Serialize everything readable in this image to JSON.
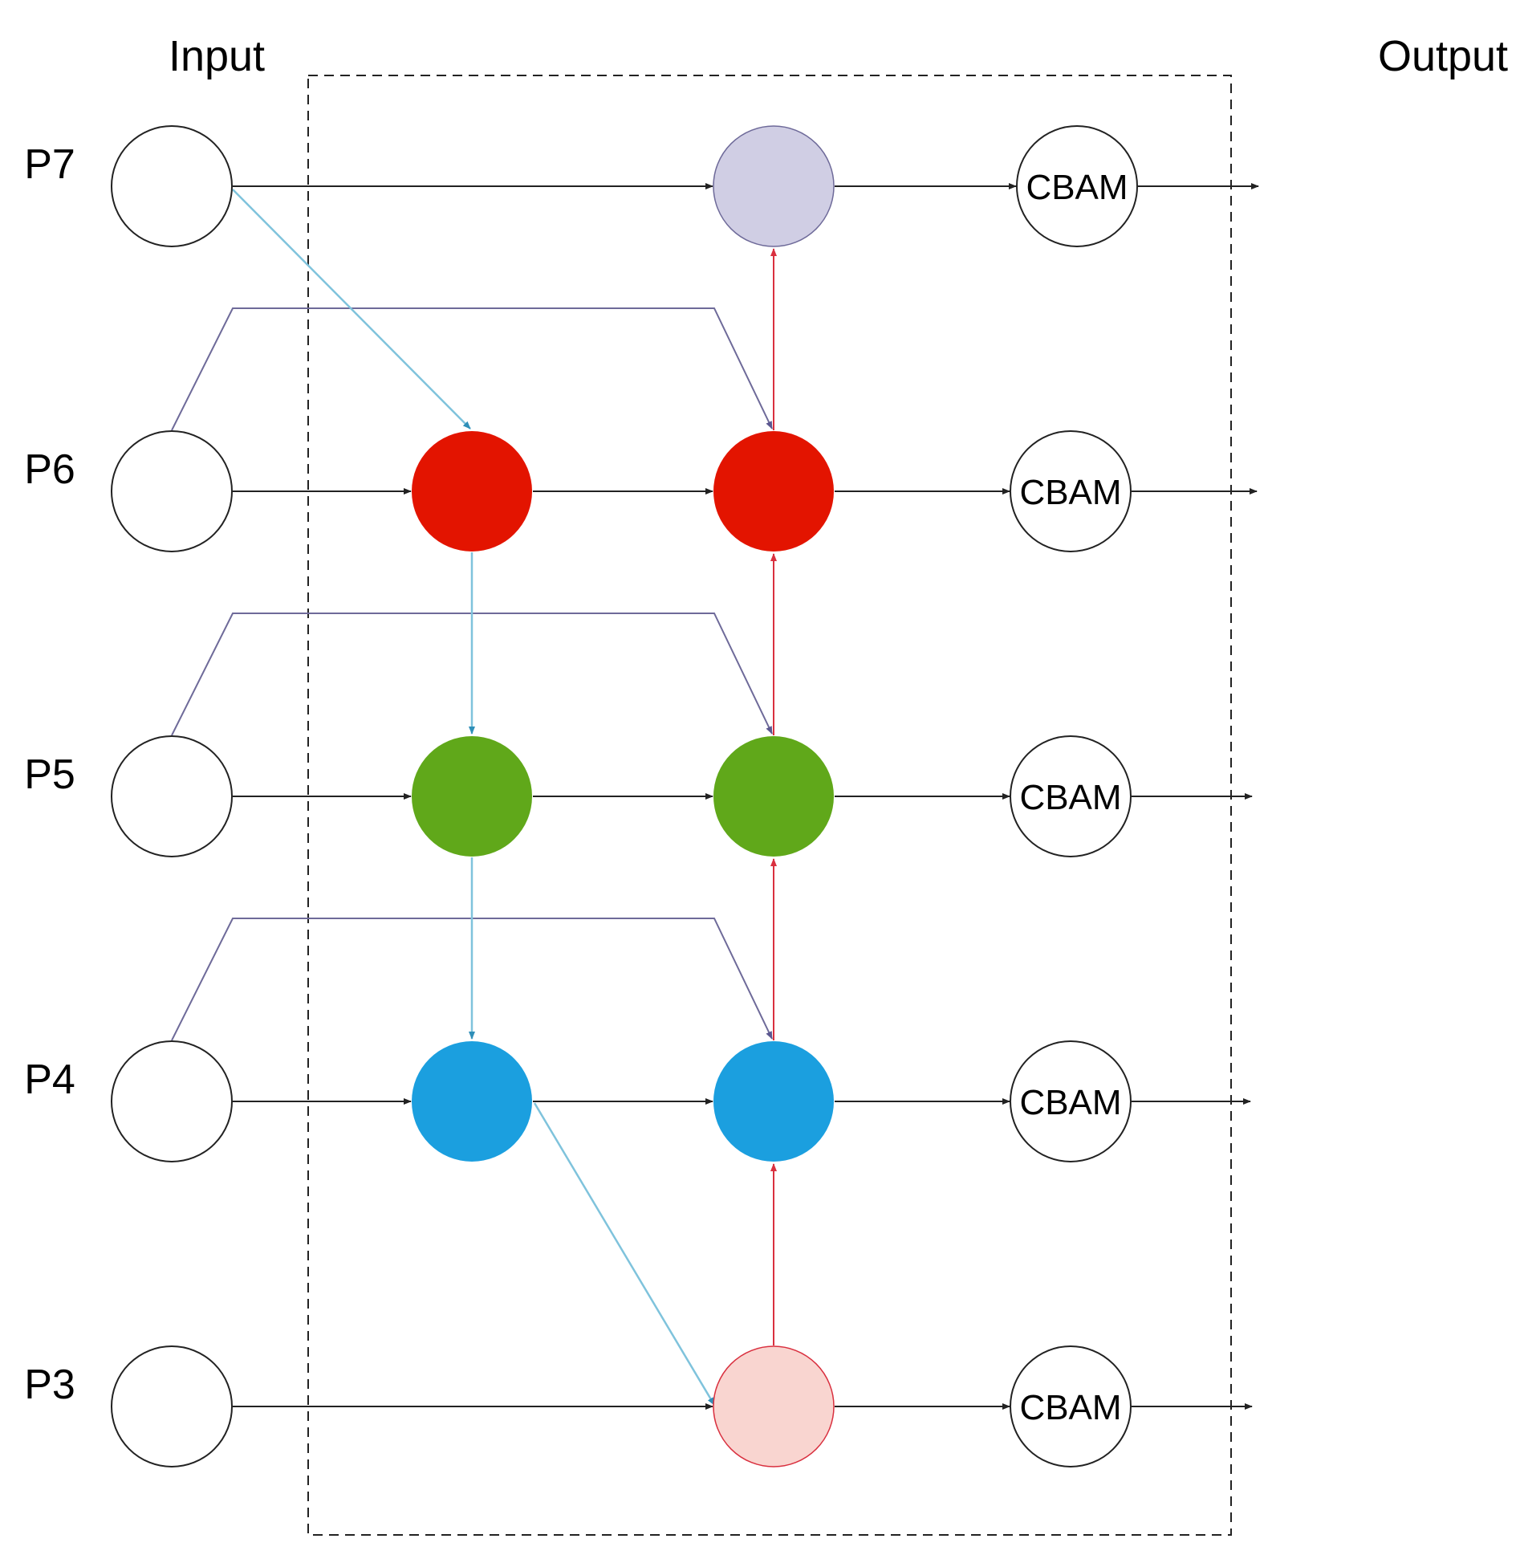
{
  "header": {
    "input_label": "Input",
    "output_label": "Output"
  },
  "levels": [
    {
      "id": "P7",
      "label": "P7"
    },
    {
      "id": "P6",
      "label": "P6"
    },
    {
      "id": "P5",
      "label": "P5"
    },
    {
      "id": "P4",
      "label": "P4"
    },
    {
      "id": "P3",
      "label": "P3"
    }
  ],
  "cbam": {
    "label": "CBAM"
  },
  "colors": {
    "input_node": "#ffffff",
    "p7_fused": "#d0cee4",
    "p6_node": "#e31400",
    "p5_node": "#60a81a",
    "p4_node": "#1b9fdf",
    "p3_fused": "#f9d5d0",
    "arrow_black": "#222222",
    "arrow_red": "#d9303f",
    "arrow_light_blue": "#7fc3dc",
    "arrow_purple": "#6e6a99",
    "frame_dashed": "#222222"
  }
}
